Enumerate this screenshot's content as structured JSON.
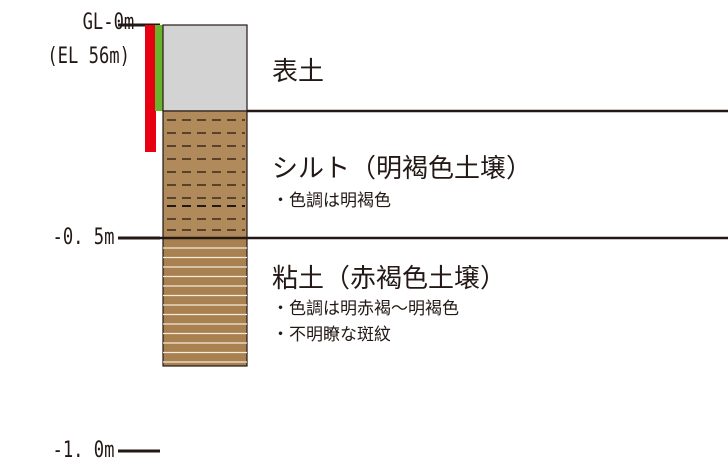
{
  "depth_labels": {
    "gl": "GL-0m",
    "el": "(EL 56m)",
    "d05": "-0. 5m",
    "d10": "-1. 0m"
  },
  "layers": [
    {
      "title": "表土",
      "notes": []
    },
    {
      "title": "シルト（明褐色土壌）",
      "notes": [
        "・色調は明褐色"
      ]
    },
    {
      "title": "粘土（赤褐色土壌）",
      "notes": [
        "・色調は明赤褐～明褐色",
        "・不明瞭な斑紋"
      ]
    }
  ],
  "colors": {
    "topsoil": "#d3d3d3",
    "silt": "#b08a5a",
    "clay": "#a98050",
    "red_bar": "#e60012",
    "green_bar": "#6ab42d",
    "line": "#231815"
  }
}
